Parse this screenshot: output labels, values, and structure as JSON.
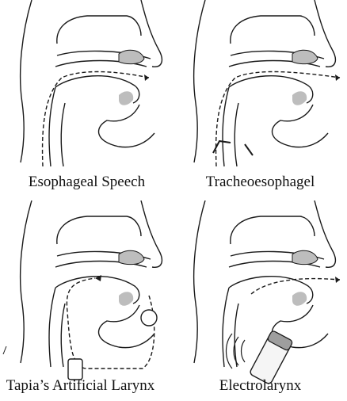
{
  "panels": [
    {
      "caption": "Esophageal Speech"
    },
    {
      "caption": "Tracheoesophagel"
    },
    {
      "caption": "Tapia’s Artificial Larynx"
    },
    {
      "caption": "Electrolarynx"
    }
  ],
  "colors": {
    "outline": "#1a1a1a",
    "shading": "#bdbdbd",
    "background": "#ffffff"
  }
}
